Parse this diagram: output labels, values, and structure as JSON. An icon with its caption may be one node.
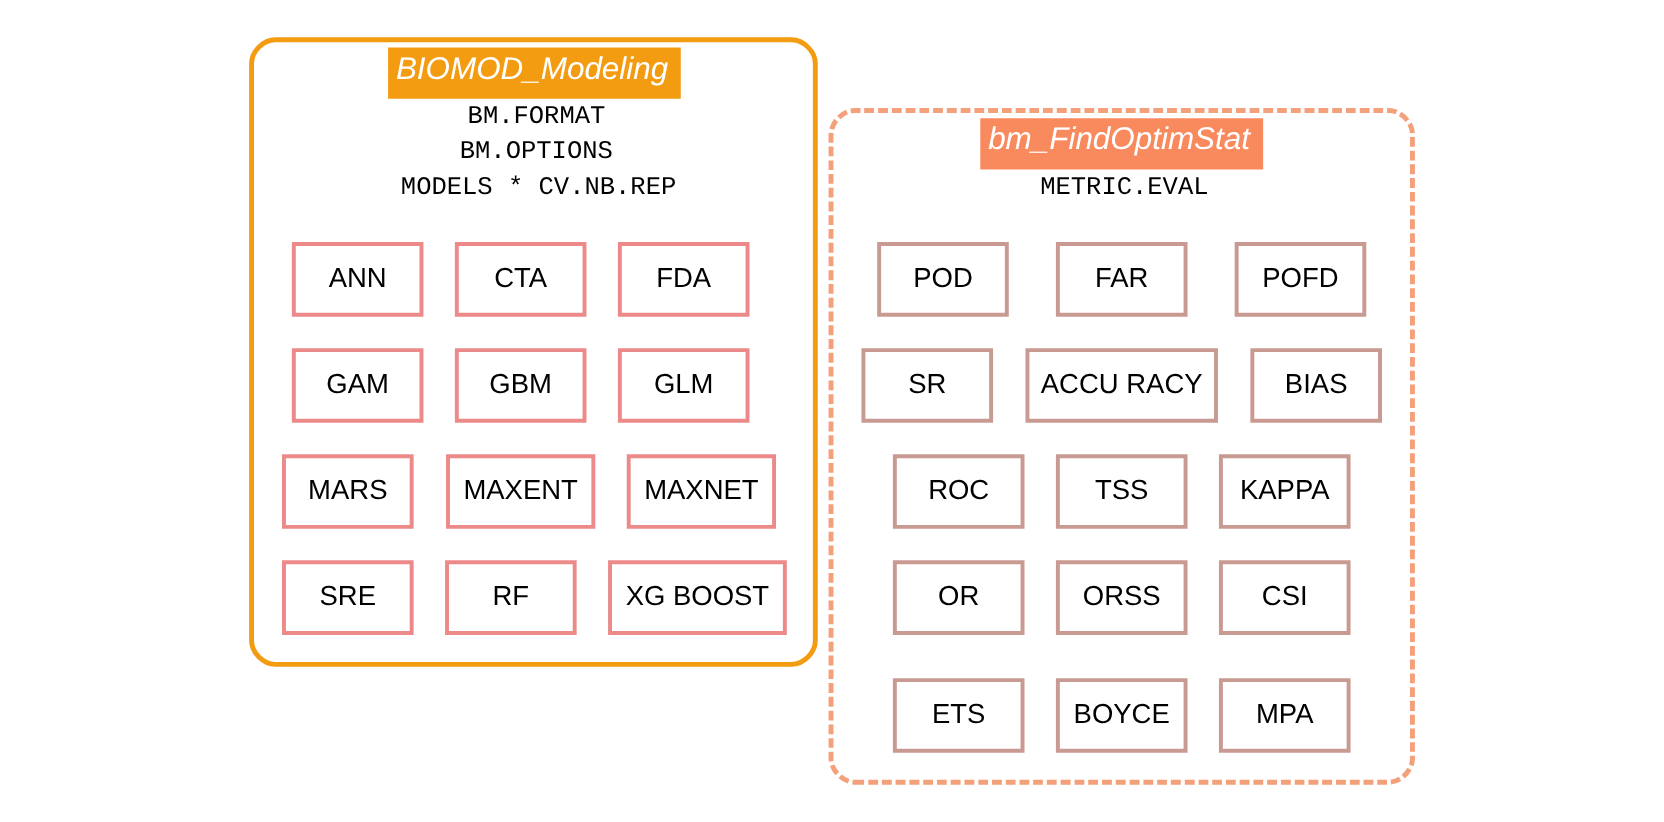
{
  "diagram": {
    "nodes": [
      {
        "text": [
          "BIOMOD_Modeling",
          "BM.FORMAT",
          "BM.OPTIONS",
          "MODELS * CV.NB.REP"
        ]
      },
      {
        "text": [
          "ANN"
        ],
        "in": 0
      },
      {
        "text": [
          "CTA"
        ],
        "in": 0
      },
      {
        "text": [
          "FDA"
        ],
        "in": 0
      },
      {
        "text": [
          "GAM"
        ],
        "in": 0
      },
      {
        "text": [
          "GBM"
        ],
        "in": 0
      },
      {
        "text": [
          "GLM"
        ],
        "in": 0
      },
      {
        "text": [
          "MARS"
        ],
        "in": 0
      },
      {
        "text": [
          "MAXENT"
        ],
        "in": 0
      },
      {
        "text": [
          "MAXNET"
        ],
        "in": 0
      },
      {
        "text": [
          "SRE"
        ],
        "in": 0
      },
      {
        "text": [
          "RF"
        ],
        "in": 0
      },
      {
        "text": [
          "XG BOOST"
        ],
        "in": 0
      },
      {
        "text": [
          "bm_FindOptimStat",
          "METRIC.EVAL"
        ]
      },
      {
        "text": [
          "POD"
        ],
        "in": 13
      },
      {
        "text": [
          "FAR"
        ],
        "in": 13
      },
      {
        "text": [
          "POFD"
        ],
        "in": 13
      },
      {
        "text": [
          "SR"
        ],
        "in": 13
      },
      {
        "text": [
          "ACCU RACY"
        ],
        "in": 13
      },
      {
        "text": [
          "BIAS"
        ],
        "in": 13
      },
      {
        "text": [
          "ROC"
        ],
        "in": 13
      },
      {
        "text": [
          "TSS"
        ],
        "in": 13
      },
      {
        "text": [
          "KAPPA"
        ],
        "in": 13
      },
      {
        "text": [
          "OR"
        ],
        "in": 13
      },
      {
        "text": [
          "ORSS"
        ],
        "in": 13
      },
      {
        "text": [
          "CSI"
        ],
        "in": 13
      },
      {
        "text": [
          "ETS"
        ],
        "in": 13
      },
      {
        "text": [
          "BOYCE"
        ],
        "in": 13
      },
      {
        "text": [
          "MPA"
        ],
        "in": 13
      }
    ],
    "edges": []
  }
}
